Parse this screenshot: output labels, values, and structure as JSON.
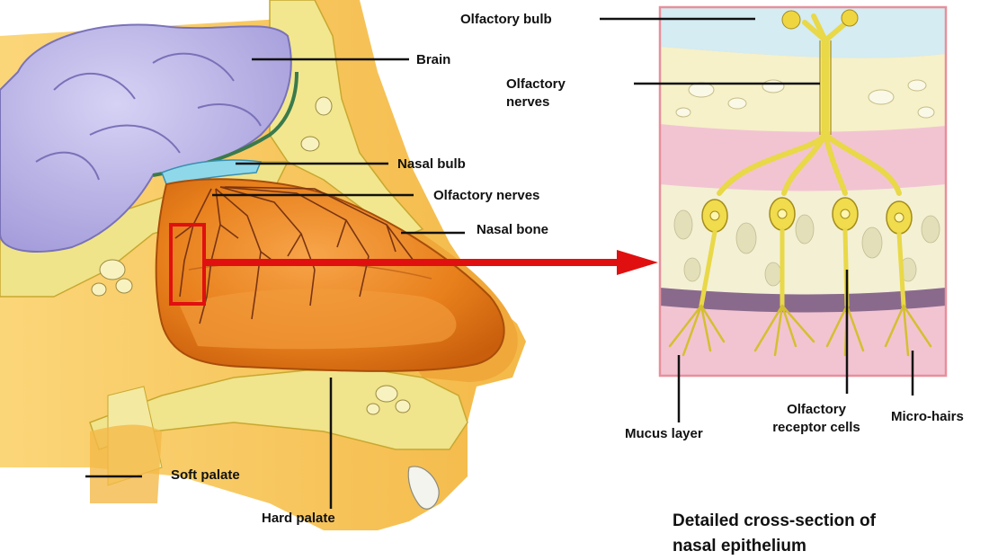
{
  "labels": {
    "brain": "Brain",
    "nasal_bulb": "Nasal bulb",
    "olfactory_nerves_left": "Olfactory nerves",
    "nasal_bone": "Nasal bone",
    "soft_palate": "Soft palate",
    "hard_palate": "Hard palate",
    "olfactory_bulb": "Olfactory bulb",
    "olfactory_nerves_right_line1": "Olfactory",
    "olfactory_nerves_right_line2": "nerves",
    "mucus_layer": "Mucus layer",
    "receptor_cells_line1": "Olfactory",
    "receptor_cells_line2": "receptor cells",
    "micro_hairs": "Micro-hairs"
  },
  "caption": {
    "line1": "Detailed cross-section of",
    "line2": "nasal epithelium"
  },
  "colors": {
    "brain": "#b9b3e6",
    "bone": "#f0e58a",
    "cavity": "#e8841f",
    "highlight_box": "#e01010",
    "arrow": "#e01010",
    "inset_border": "#e78f9b",
    "inset_pink": "#f2c4d2",
    "nerve": "#e9d848"
  }
}
